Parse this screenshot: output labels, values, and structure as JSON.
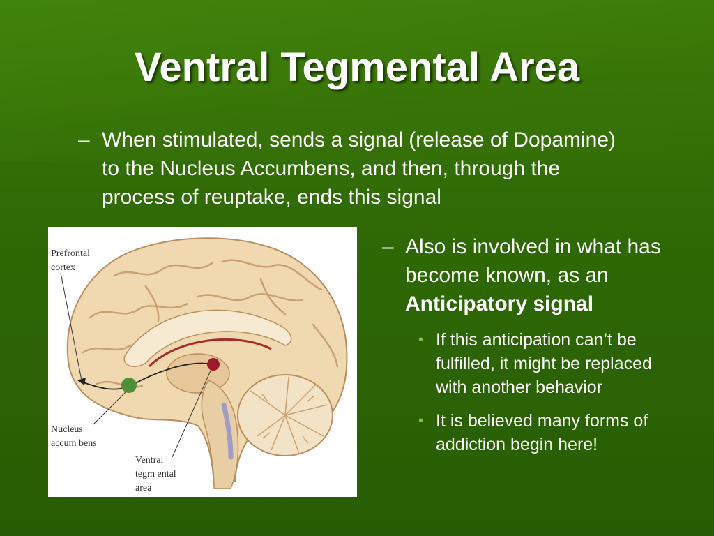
{
  "slide": {
    "title": "Ventral Tegmental Area",
    "bullet_top": {
      "marker": "–",
      "text": "When stimulated, sends a signal (release of Dopamine) to the Nucleus Accumbens, and then, through the process of reuptake, ends this signal"
    },
    "bullet_right": {
      "marker": "–",
      "text_before": "Also is involved in what has become known, as an ",
      "text_bold": "Anticipatory signal"
    },
    "sub_bullets": [
      {
        "marker": "•",
        "text": "If this anticipation can’t be fulfilled, it might be replaced with another behavior"
      },
      {
        "marker": "•",
        "text": "It is believed many forms of addiction begin here!"
      }
    ],
    "figure": {
      "labels": {
        "prefrontal_line1": "Prefrontal",
        "prefrontal_line2": "cortex",
        "nucleus_line1": "Nucleus",
        "nucleus_line2": "accum bens",
        "vta_line1": "Ventral",
        "vta_line2": "tegm ental",
        "vta_line3": "area"
      }
    },
    "colors": {
      "background": "#2f6a05",
      "text": "#ffffff",
      "sub_bullet_dot": "#7fc240",
      "brain_tissue": "#f0d9b0",
      "nucleus_marker": "#4f8f3a",
      "vta_marker": "#a0182a"
    }
  }
}
